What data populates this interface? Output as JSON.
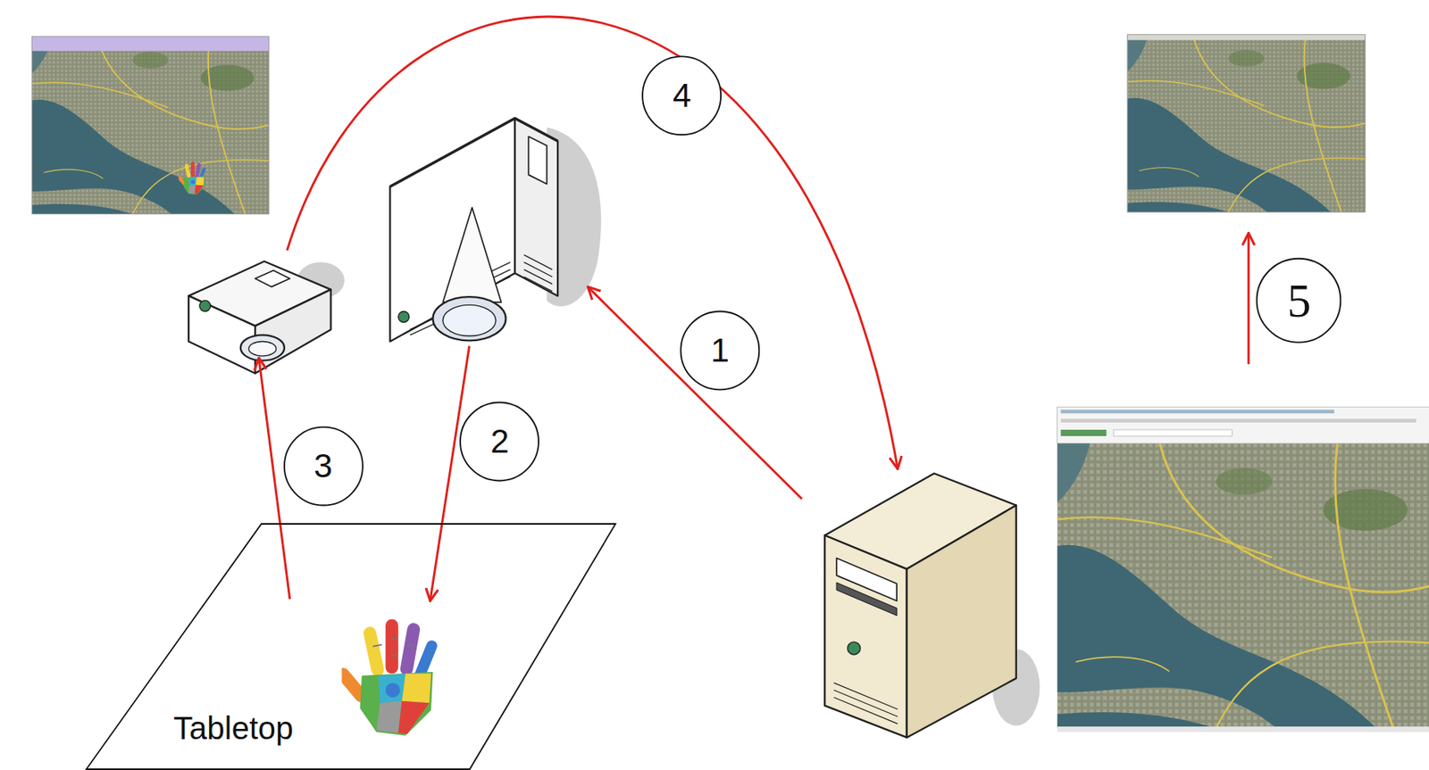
{
  "diagram": {
    "nodes": [
      {
        "text": [
          "Tabletop"
        ]
      }
    ],
    "labels": [
      "4",
      "5",
      "1",
      "2",
      "3"
    ]
  }
}
